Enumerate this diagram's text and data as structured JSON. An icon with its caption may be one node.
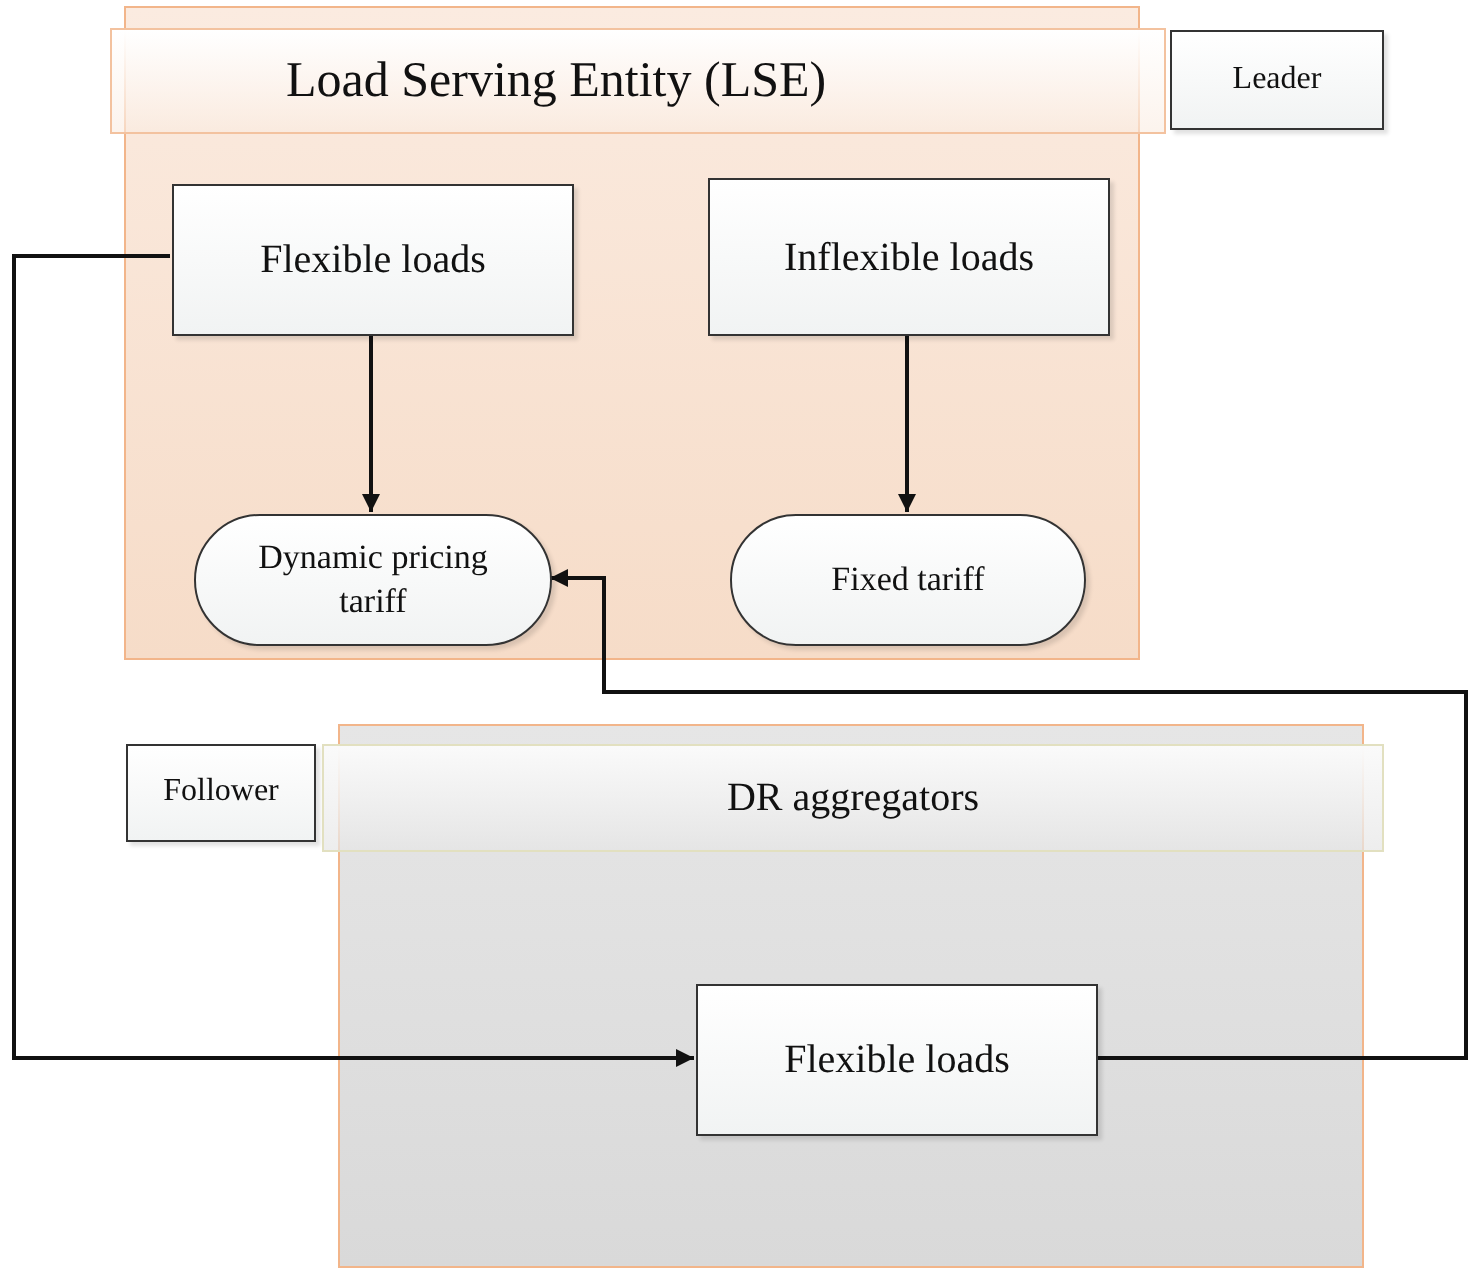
{
  "diagram": {
    "nodes": [
      {
        "text": [
          "Load Serving Entity (LSE)"
        ]
      },
      {
        "text": [
          "Leader"
        ]
      },
      {
        "text": [
          "Flexible loads"
        ],
        "in": 0
      },
      {
        "text": [
          "Inflexible loads"
        ],
        "in": 0
      },
      {
        "text": [
          "Dynamic pricing tariff"
        ],
        "in": 0
      },
      {
        "text": [
          "Fixed tariff"
        ],
        "in": 0
      },
      {
        "text": [
          "Follower"
        ]
      },
      {
        "text": [
          "DR aggregators"
        ]
      },
      {
        "text": [
          "Flexible loads"
        ],
        "in": 7
      }
    ],
    "edges": [
      {
        "from": 2,
        "to": 4,
        "arrow": "to"
      },
      {
        "from": 3,
        "to": 5,
        "arrow": "to"
      },
      {
        "from": 2,
        "to": 8,
        "arrow": "to"
      },
      {
        "from": 8,
        "to": 4,
        "arrow": "to"
      }
    ]
  }
}
